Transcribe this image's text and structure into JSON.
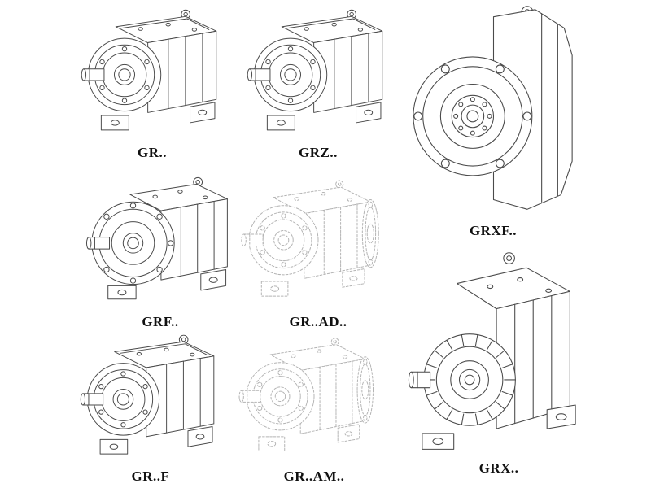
{
  "page": {
    "background": "#ffffff",
    "line_color": "#4a4a4a",
    "dashed_line_color": "#b3b3b3",
    "label_color": "#111111"
  },
  "figures": [
    {
      "label": "GR..",
      "linework": "solid",
      "drawing": "foot-mounted-helical-gear-unit"
    },
    {
      "label": "GRZ..",
      "linework": "solid",
      "drawing": "foot-mounted-helical-gear-unit"
    },
    {
      "label": "GRXF..",
      "linework": "solid",
      "drawing": "flange-mounted-gear-unit-front-view"
    },
    {
      "label": "GRF..",
      "linework": "solid",
      "drawing": "flange-mounted-helical-gear-unit"
    },
    {
      "label": "GR..AD..",
      "linework": "dashed",
      "drawing": "gear-unit-with-input-adapter"
    },
    {
      "label": "GRX..",
      "linework": "solid",
      "drawing": "large-foot-mounted-gear-unit"
    },
    {
      "label": "GR..F",
      "linework": "solid",
      "drawing": "foot-mounted-helical-gear-unit"
    },
    {
      "label": "GR..AM..",
      "linework": "dashed",
      "drawing": "gear-unit-with-motor-adapter-flange"
    }
  ]
}
